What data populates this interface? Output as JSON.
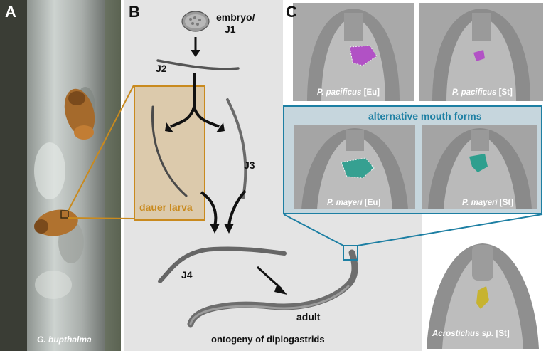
{
  "panels": {
    "a": {
      "letter": "A",
      "caption": "G. bupthalma"
    },
    "b": {
      "letter": "B",
      "stages": {
        "embryo": "embryo/",
        "j1": "J1",
        "j2": "J2",
        "dauer": "dauer larva",
        "j3": "J3",
        "j4": "J4",
        "adult": "adult"
      },
      "caption": "ontogeny of diplogastrids"
    },
    "c": {
      "letter": "C",
      "top_left": {
        "species": "P. pacificus",
        "form": "[Eu]"
      },
      "top_right": {
        "species": "P. pacificus",
        "form": "[St]"
      },
      "box_title": "alternative mouth forms",
      "mid_left": {
        "species": "P. mayeri",
        "form": "[Eu]"
      },
      "mid_right": {
        "species": "P. mayeri",
        "form": "[St]"
      },
      "bottom": {
        "species": "Acrostichus sp.",
        "form": "[St]"
      }
    }
  },
  "colors": {
    "dauer": "#c98a1e",
    "teal_box": "#1d7fa3",
    "purple": "#b03fc7",
    "teal_tooth": "#1f9c8a",
    "yellow": "#c8b11f"
  }
}
